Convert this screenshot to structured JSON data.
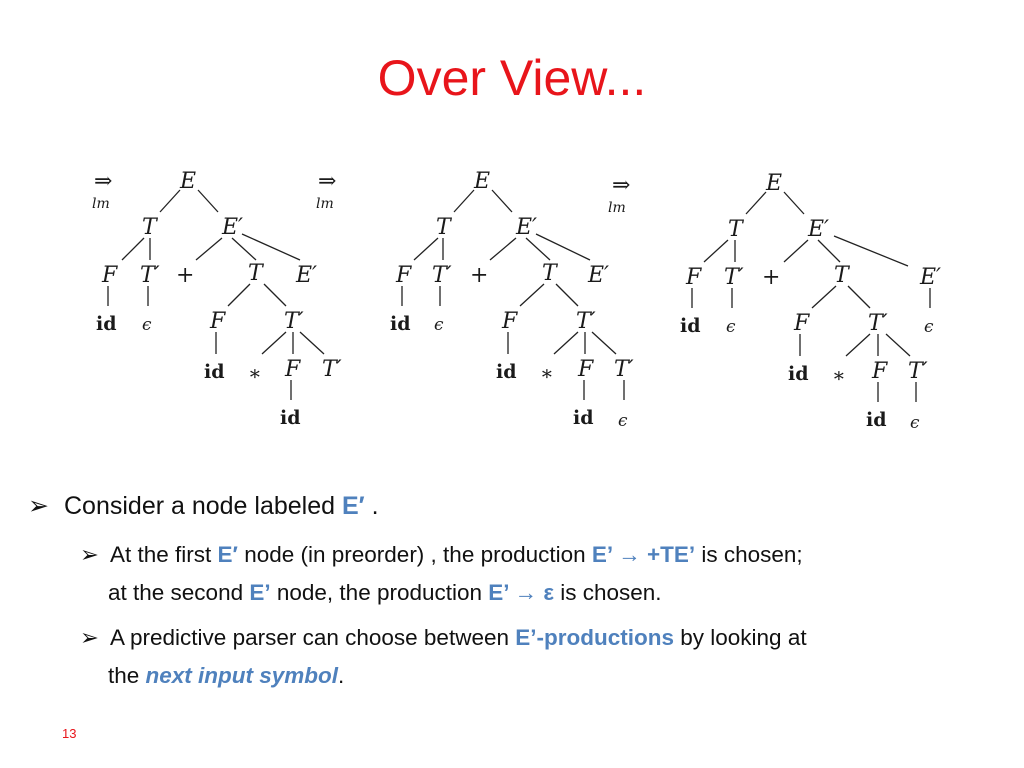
{
  "title": "Over View...",
  "diagram": {
    "arrow_symbol": "⇒",
    "arrow_subscript": "lm",
    "nodes": {
      "E": "E",
      "T": "T",
      "F": "F",
      "Tp": "T′",
      "Ep": "E′",
      "id": "id",
      "eps": "ϵ",
      "plus": "+",
      "star": "∗"
    }
  },
  "bullets": {
    "b1": {
      "marker": "➢",
      "text_before": "Consider a node labeled ",
      "highlight": "E′",
      "text_after": " ."
    },
    "b2": {
      "marker": "➢",
      "t1": "At the first ",
      "h1": "E′",
      "t2": " node (in preorder) , the production ",
      "h2": "E’ → +TE’",
      "t3": " is chosen;",
      "t4": "at the second ",
      "h3": "E’",
      "t5": " node, the production ",
      "h4": "E’ → ε",
      "t6": " is chosen."
    },
    "b3": {
      "marker": "➢",
      "t1": "A predictive parser can choose between ",
      "h1": "E’-productions",
      "t2": " by looking at",
      "t3": "the ",
      "h2": "next input symbol",
      "t4": "."
    }
  },
  "page_number": "13"
}
